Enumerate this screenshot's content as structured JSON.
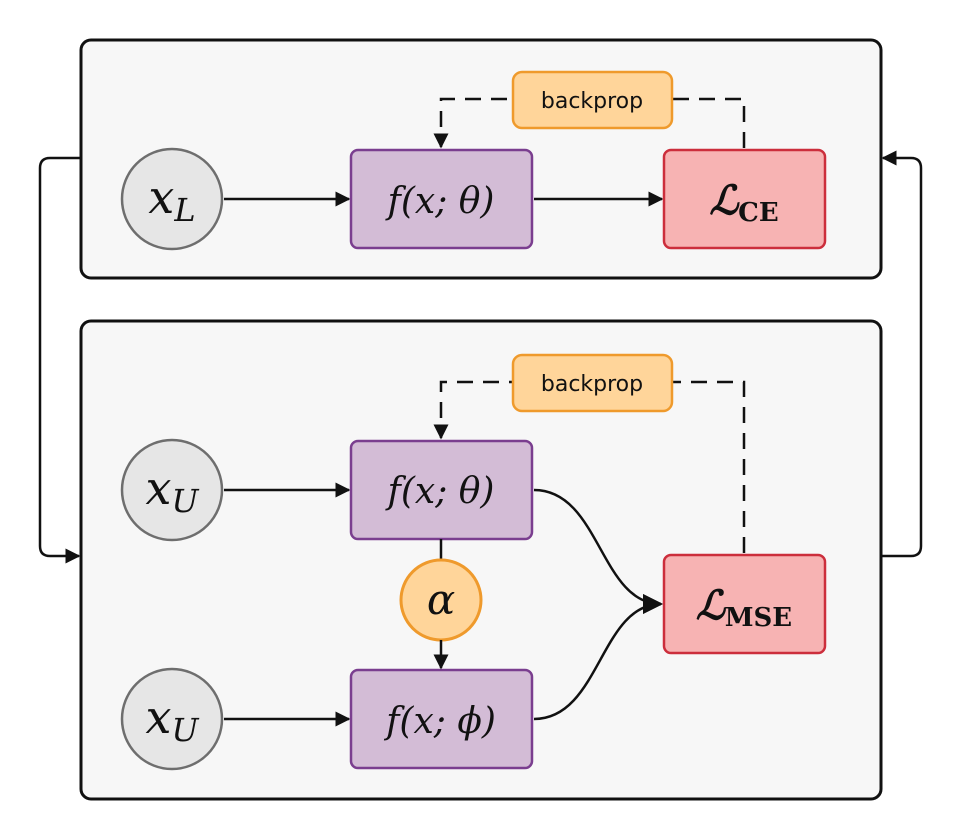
{
  "top_panel": {
    "input": {
      "base": "x",
      "sub": "L"
    },
    "model": "f(x; θ)",
    "loss": {
      "symbol": "ℒ",
      "sub": "CE"
    },
    "backprop": "backprop"
  },
  "bottom_panel": {
    "input_1": {
      "base": "x",
      "sub": "U"
    },
    "input_2": {
      "base": "x",
      "sub": "U"
    },
    "model_theta": "f(x; θ)",
    "model_phi": "f(x; ϕ)",
    "mix": "α",
    "loss": {
      "symbol": "ℒ",
      "sub": "MSE"
    },
    "backprop": "backprop"
  },
  "colors": {
    "input_fill": "#e6e6e6",
    "model_fill": "#d3bcd6",
    "loss_fill": "#f7b3b3",
    "backprop_fill": "#ffd59a"
  }
}
